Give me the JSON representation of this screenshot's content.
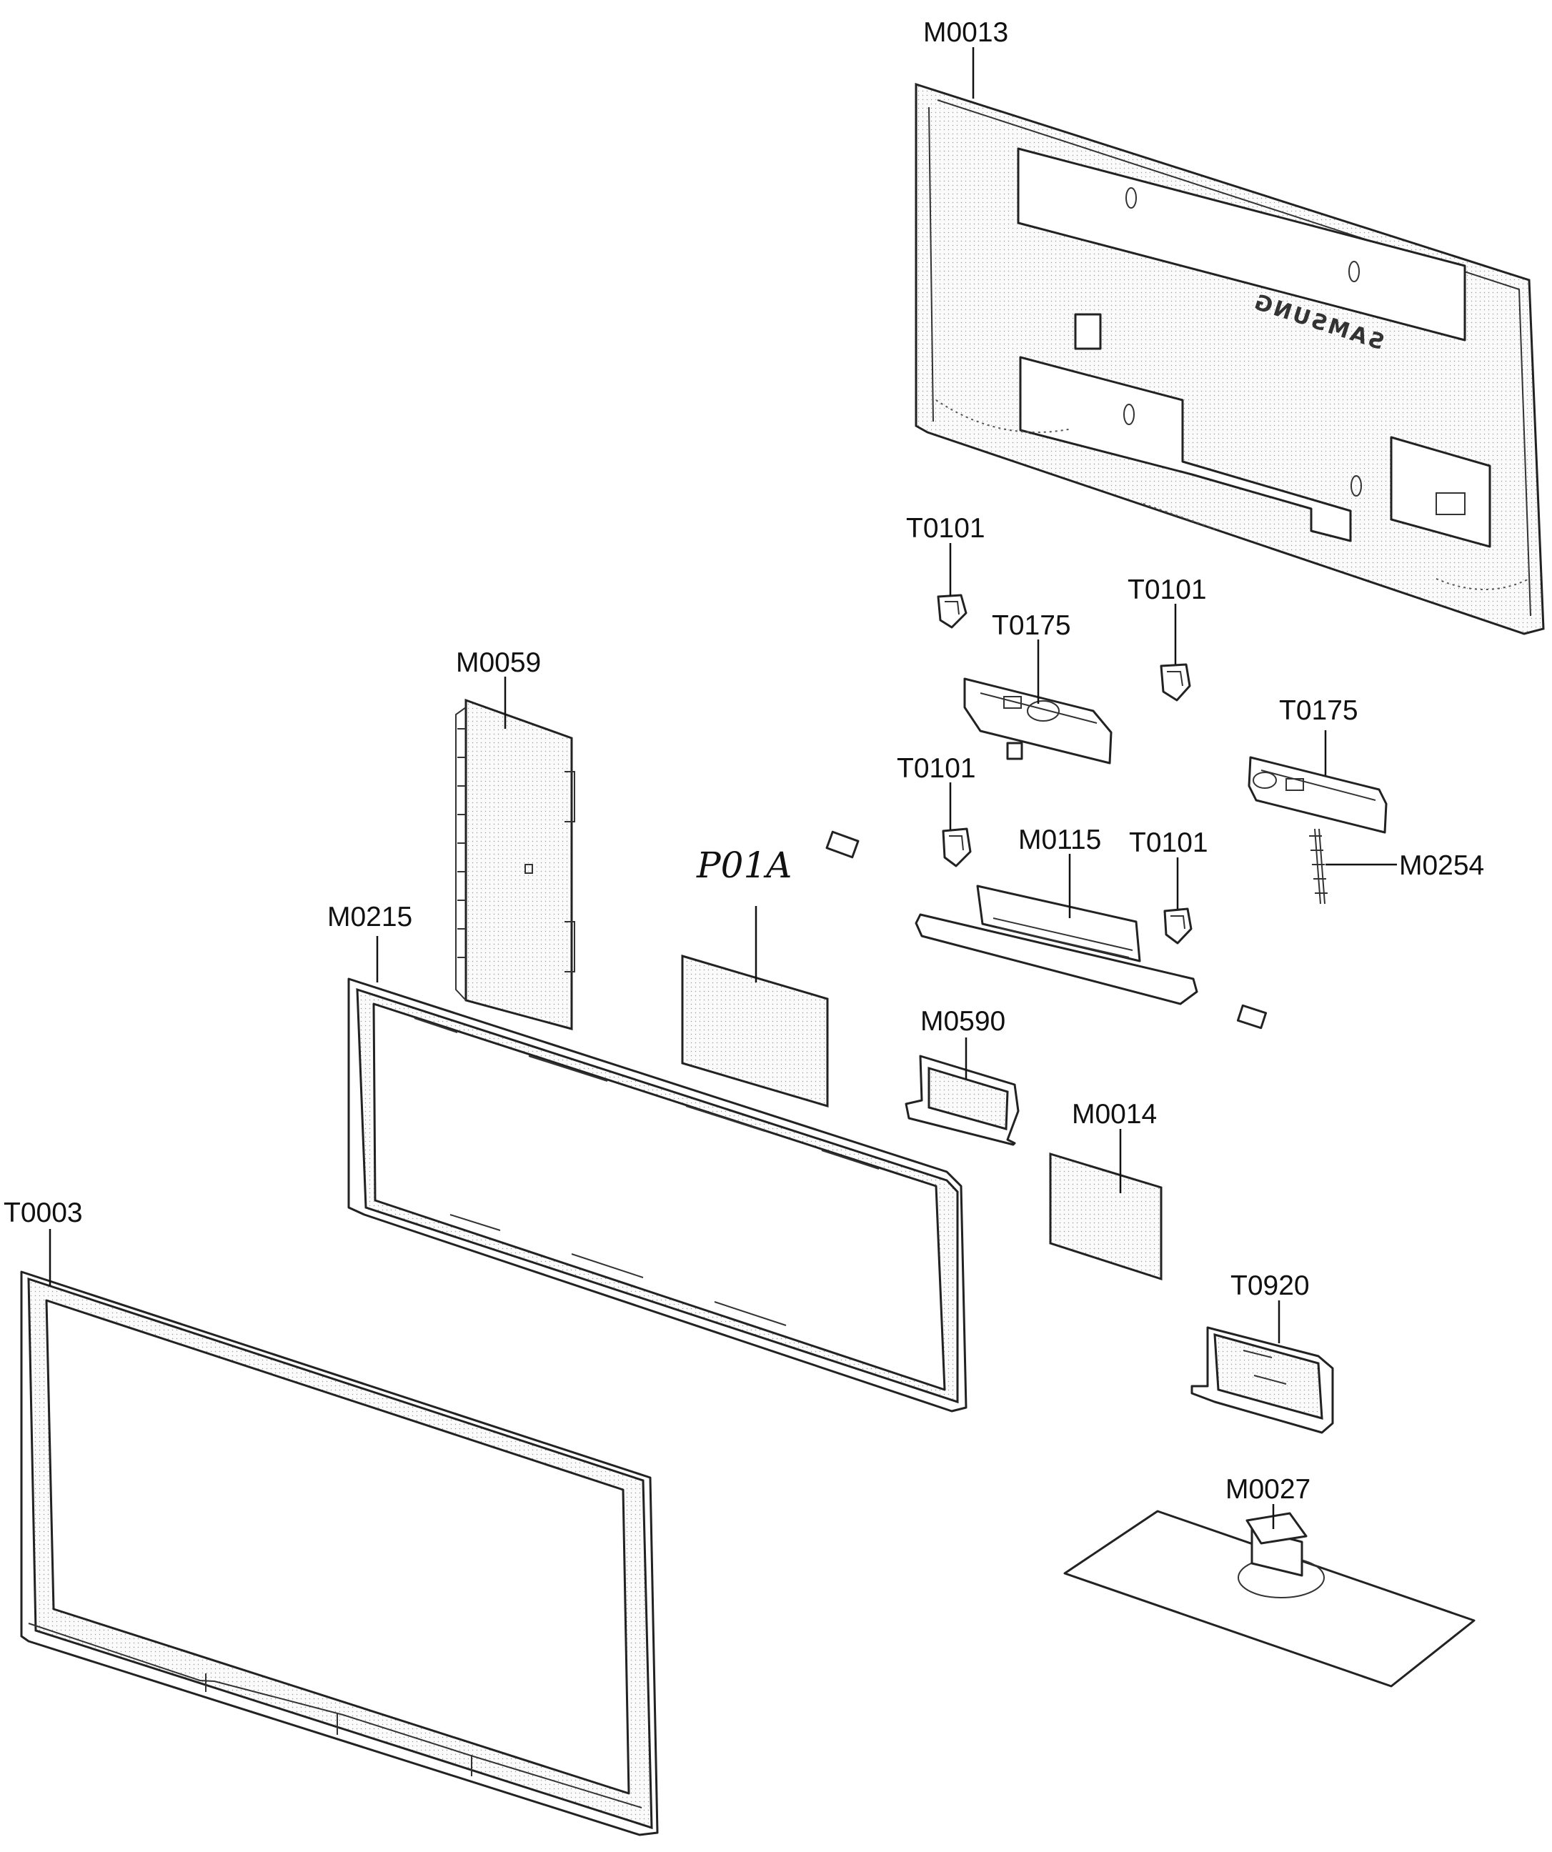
{
  "diagram": {
    "labels": {
      "rear_cover": "M0013",
      "clip_1": "T0101",
      "clip_2": "T0101",
      "clip_3": "T0101",
      "clip_4": "T0101",
      "bracket_left": "T0175",
      "bracket_right": "T0175",
      "power_board": "M0059",
      "main_board": "P01A",
      "bracket_bar": "M0115",
      "cable": "M0254",
      "panel_frame": "M0215",
      "holder": "M0590",
      "sheet": "M0014",
      "front_bezel": "T0003",
      "stand_neck": "T0920",
      "stand_base": "M0027"
    },
    "logo_text": "SAMSUNG"
  }
}
